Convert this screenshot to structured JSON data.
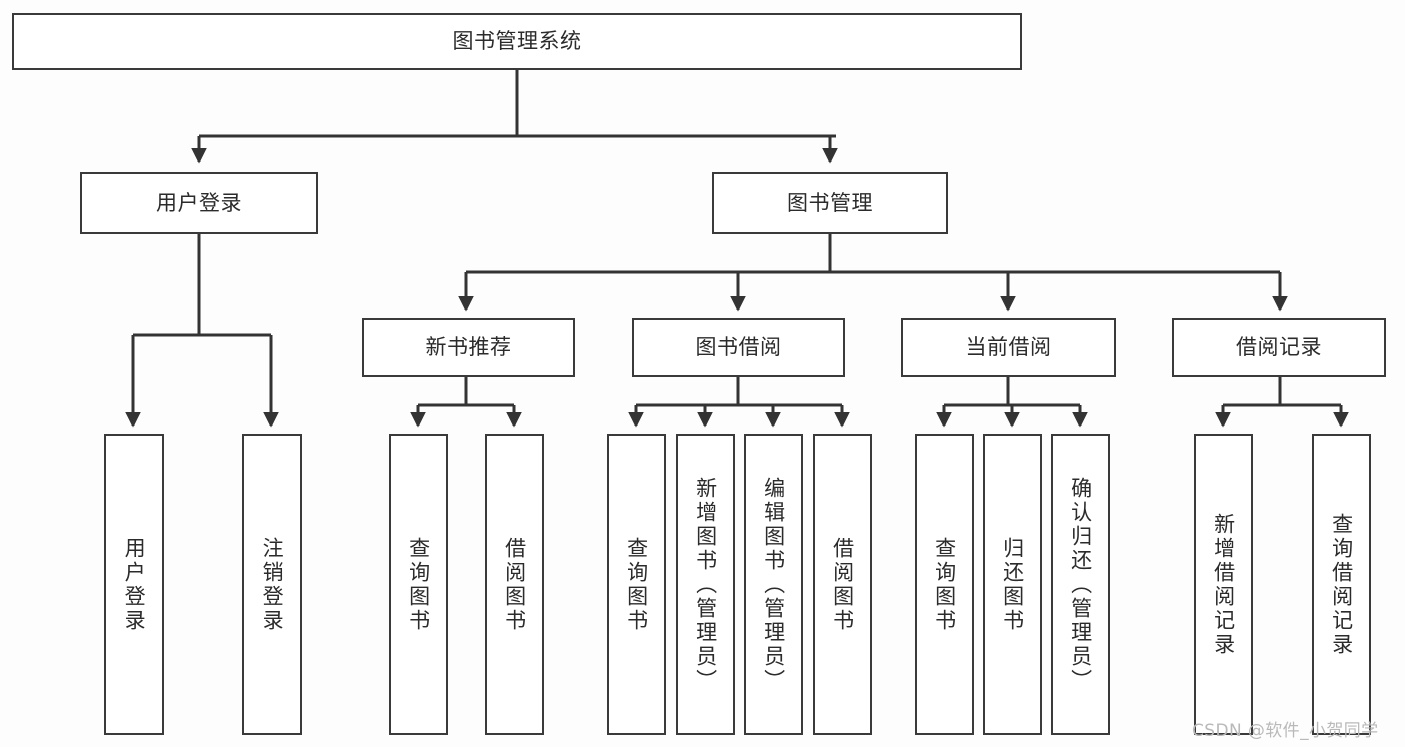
{
  "diagram": {
    "title": "图书管理系统",
    "type": "tree-hierarchy-diagram",
    "colors": {
      "background": "#fdfdfd",
      "box_border": "#3a3a3a",
      "box_fill": "#ffffff",
      "connector": "#333333",
      "text": "#2b2b2b",
      "watermark": "#b9b9b9"
    },
    "root": {
      "label": "图书管理系统"
    },
    "level2": [
      {
        "label": "用户登录"
      },
      {
        "label": "图书管理"
      }
    ],
    "level3": [
      {
        "label": "新书推荐"
      },
      {
        "label": "图书借阅"
      },
      {
        "label": "当前借阅"
      },
      {
        "label": "借阅记录"
      }
    ],
    "leaves": {
      "user_login": [
        {
          "label": "用户登录"
        },
        {
          "label": "注销登录"
        }
      ],
      "new_book_recommend": [
        {
          "label": "查询图书"
        },
        {
          "label": "借阅图书"
        }
      ],
      "book_borrow": [
        {
          "label": "查询图书"
        },
        {
          "label": "新增图书（管理员）"
        },
        {
          "label": "编辑图书（管理员）"
        },
        {
          "label": "借阅图书"
        }
      ],
      "current_borrow": [
        {
          "label": "查询图书"
        },
        {
          "label": "归还图书"
        },
        {
          "label": "确认归还（管理员）"
        }
      ],
      "borrow_record": [
        {
          "label": "新增借阅记录"
        },
        {
          "label": "查询借阅记录"
        }
      ]
    },
    "watermark": "CSDN @软件_小贺同学"
  }
}
